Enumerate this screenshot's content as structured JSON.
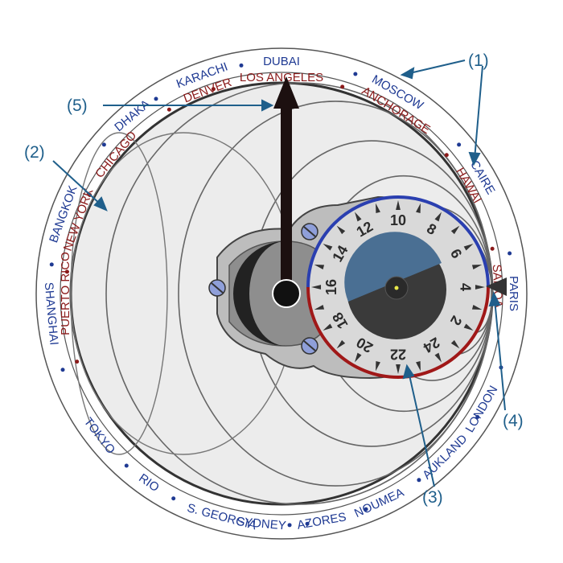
{
  "callouts": [
    "(1)",
    "(2)",
    "(3)",
    "(4)",
    "(5)"
  ],
  "outer_cities": [
    "DUBAI",
    "MOSCOW",
    "CAIRE",
    "PARIS",
    "LONDON",
    "AUKLAND",
    "NOUMEA",
    "AZORES",
    "SYDNEY",
    "S. GEORGIA",
    "RIO",
    "TOKYO",
    "SHANGHAI",
    "BANGKOK",
    "DHAKA",
    "KARACHI"
  ],
  "inner_cities": [
    "LOS ANGELES",
    "ANCHORAGE",
    "HAWAI",
    "SAMOA",
    "NEW YORK",
    "PUERTO RICO",
    "CHICAGO",
    "DENVER"
  ],
  "dial_hours": [
    "2",
    "4",
    "6",
    "8",
    "10",
    "12",
    "14",
    "16",
    "18",
    "20",
    "22",
    "24"
  ],
  "colors": {
    "outer_text": "#1f3a93",
    "inner_text": "#8b1a1a",
    "callout": "#1f5f8b",
    "day_half": "#4a6f93",
    "night_half": "#3a3a3a",
    "ring_blue": "#2a3fb0",
    "ring_red": "#a01818"
  },
  "icons": [
    "hour-hand-icon",
    "pivot-icon",
    "screw-icon",
    "pointer-triangle-icon"
  ]
}
